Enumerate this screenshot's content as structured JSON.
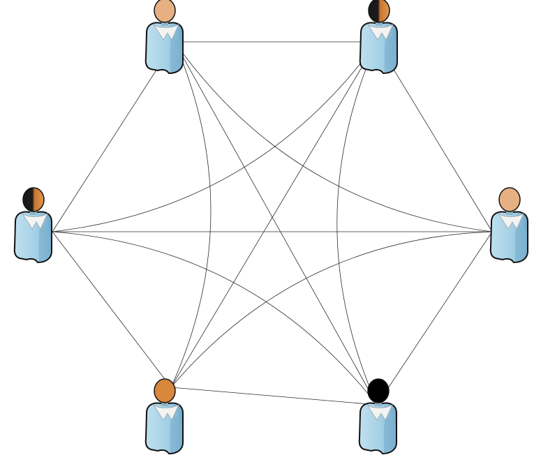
{
  "diagram": {
    "type": "mesh-network",
    "nodes": [
      {
        "id": "n0",
        "icon": "user-icon",
        "skin": "tan"
      },
      {
        "id": "n1",
        "icon": "user-icon",
        "skin": "split-dark"
      },
      {
        "id": "n2",
        "icon": "user-icon",
        "skin": "split-dark"
      },
      {
        "id": "n3",
        "icon": "user-icon",
        "skin": "tan"
      },
      {
        "id": "n4",
        "icon": "user-icon",
        "skin": "orange"
      },
      {
        "id": "n5",
        "icon": "user-icon",
        "skin": "black"
      }
    ],
    "edges": [
      [
        "n0",
        "n1"
      ],
      [
        "n0",
        "n2"
      ],
      [
        "n0",
        "n3"
      ],
      [
        "n0",
        "n4"
      ],
      [
        "n0",
        "n5"
      ],
      [
        "n1",
        "n2"
      ],
      [
        "n1",
        "n3"
      ],
      [
        "n1",
        "n4"
      ],
      [
        "n1",
        "n5"
      ],
      [
        "n2",
        "n3"
      ],
      [
        "n2",
        "n4"
      ],
      [
        "n2",
        "n5"
      ],
      [
        "n3",
        "n4"
      ],
      [
        "n3",
        "n5"
      ],
      [
        "n4",
        "n5"
      ]
    ],
    "colors": {
      "line": "#2b2b2b",
      "shirt": "#a9d3e8",
      "shirt_shadow": "#7fb3d1",
      "collar": "#f3f4f2",
      "outline": "#111111",
      "skin_tan": "#e6b083",
      "skin_orange": "#d9873c",
      "skin_black": "#000000",
      "skin_dark": "#1a1a1a"
    }
  }
}
